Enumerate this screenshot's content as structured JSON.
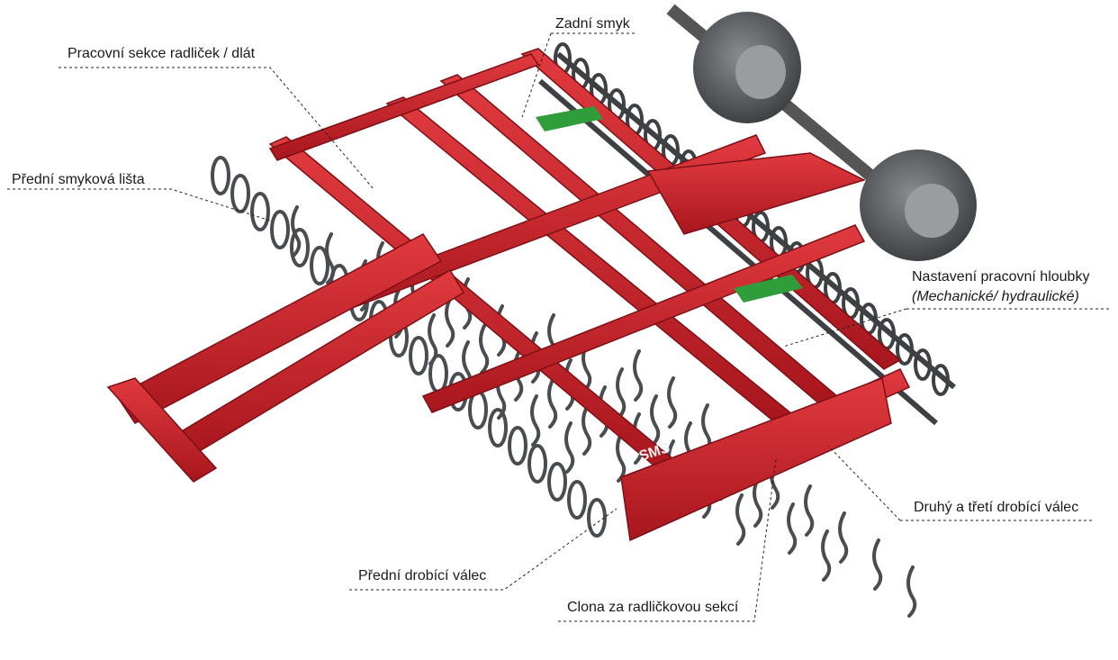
{
  "labels": {
    "zadni_smyk": "Zadní smyk",
    "pracovni_sekce": "Pracovní sekce radliček / dlát",
    "predni_smykova_lista": "Přední smyková lišta",
    "nastaveni_hloubky": "Nastavení pracovní hloubky",
    "nastaveni_hloubky_sub": "(Mechanické/ hydraulické)",
    "druhy_treti_valec": "Druhý a třetí drobící válec",
    "predni_drobici_valec": "Přední drobící válec",
    "clona": "Clona za radličkovou sekcí"
  },
  "machine": {
    "brand": "SMS",
    "frame_color": "#c9202a",
    "frame_shadow": "#8e141b",
    "tine_color": "#4a4d50",
    "wheel_color": "#55585c",
    "leaf_color": "#2f9e3a"
  }
}
